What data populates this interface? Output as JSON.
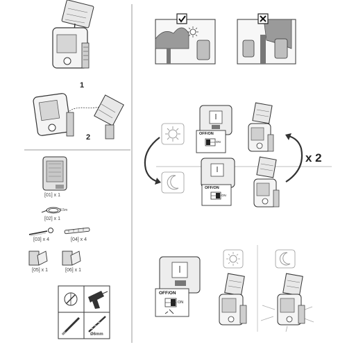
{
  "step_labels": {
    "one": "1",
    "two": "2"
  },
  "parts": [
    {
      "id": "p01",
      "label": "[01] x 1"
    },
    {
      "id": "p02",
      "label": "[02] x 1"
    },
    {
      "id": "p03",
      "label": "[03] x 4"
    },
    {
      "id": "p04",
      "label": "[04] x 4"
    },
    {
      "id": "p05",
      "label": "[05] x 1"
    },
    {
      "id": "p06",
      "label": "[06] x 1"
    }
  ],
  "cable_tag": "3.5m",
  "drill_size": "Ø6mm",
  "multiplier": "x 2",
  "switch": {
    "off_on": "OFF/ON",
    "on": "ON"
  },
  "icons": [
    "checkmark-icon",
    "cross-icon",
    "sun-icon",
    "moon-icon",
    "drill-icon",
    "screwdriver-icon",
    "pencil-icon"
  ]
}
